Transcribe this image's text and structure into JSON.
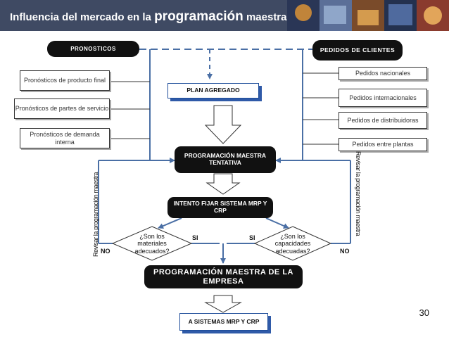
{
  "header": {
    "title_prefix": "Influencia del mercado en la ",
    "title_emphasis": "programación",
    "title_suffix": " maestra"
  },
  "nodes": {
    "pronosticos": "PRONOSTICOS",
    "pedidos_clientes": "PEDIDOS DE CLIENTES",
    "pron_producto": "Pronósticos de producto final",
    "pron_partes": "Pronósticos de partes de servicio",
    "pron_demanda": "Pronósticos de demanda interna",
    "plan_agregado": "PLAN AGREGADO",
    "ped_nacionales": "Pedidos nacionales",
    "ped_internacionales": "Pedidos internacionales",
    "ped_distribuidoras": "Pedidos de distribuidoras",
    "ped_plantas": "Pedidos entre plantas",
    "prog_tentativa": "PROGRAMACIÓN MAESTRA TENTATIVA",
    "intento_fijar": "INTENTO FIJAR SISTEMA MRP Y CRP",
    "q_materiales": "¿Son los materiales adecuados?",
    "q_capacidades": "¿Son los capacidades adecuadas?",
    "prog_empresa": "PROGRAMACIÓN MAESTRA DE LA EMPRESA",
    "a_sistemas": "A SISTEMAS MRP Y CRP"
  },
  "labels": {
    "si_left": "SI",
    "si_right": "SI",
    "no_left": "NO",
    "no_right": "NO",
    "revisar_left": "Revisar la programación maestra",
    "revisar_right": "Revisar la programación maestra"
  },
  "page_number": "30",
  "colors": {
    "header_bg": "#3f4a63",
    "arrow_blue": "#4a6fa5",
    "shadow_blue": "#2f5aa8"
  }
}
